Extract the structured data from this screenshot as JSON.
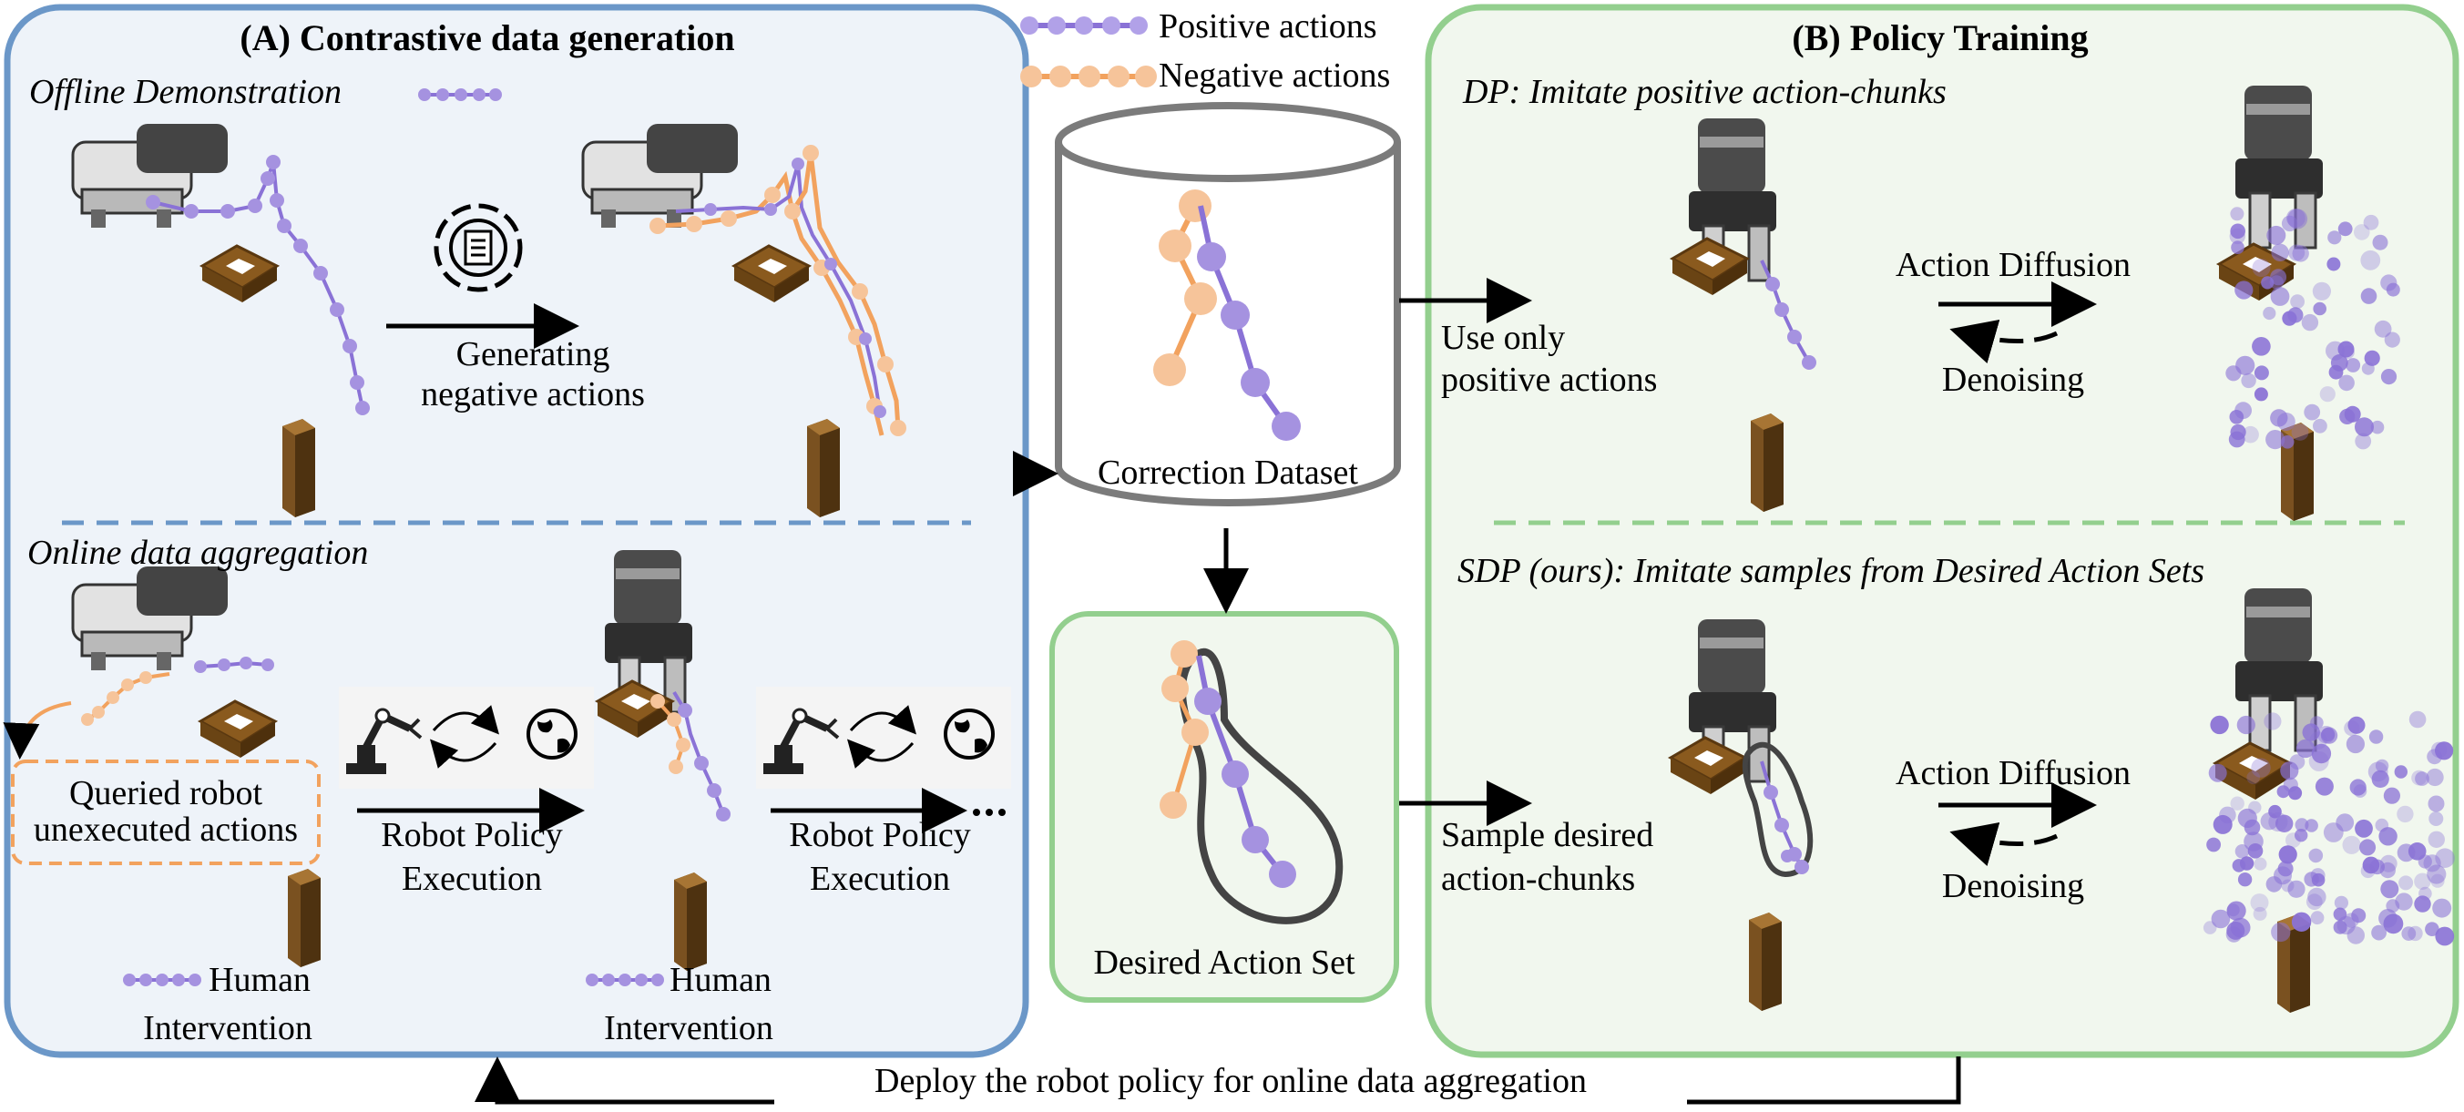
{
  "colors": {
    "positive": "#8a72d6",
    "negative": "#f2a25e",
    "panel_a_border": "#6b97c8",
    "panel_a_fill": "#eef3f9",
    "panel_b_border": "#93cf8e",
    "panel_b_fill": "#f1f7ee",
    "desired_border": "#93cf8e"
  },
  "legend": {
    "positive_label": "Positive actions",
    "negative_label": "Negative actions"
  },
  "panel_a": {
    "title": "(A) Contrastive data generation",
    "offline": {
      "heading": "Offline Demonstration",
      "generating_line1": "Generating",
      "generating_line2": "negative actions",
      "icon": "document-gear-icon"
    },
    "online": {
      "heading": "Online data aggregation",
      "queried_line1": "Queried robot",
      "queried_line2": "unexecuted actions",
      "execution_line1": "Robot Policy",
      "execution_line2": "Execution",
      "human_line1": "Human",
      "human_line2": "Intervention",
      "icons": [
        "robot-arm-icon",
        "cycle-arrows-icon",
        "globe-icon"
      ]
    }
  },
  "center": {
    "dataset_label": "Correction Dataset",
    "desired_label": "Desired Action Set"
  },
  "panel_b": {
    "title": "(B) Policy Training",
    "dp": {
      "heading": "DP: Imitate positive action-chunks",
      "use_line1": "Use only",
      "use_line2": "positive actions"
    },
    "sdp": {
      "heading": "SDP (ours):  Imitate samples from Desired Action Sets",
      "sample_line1": "Sample desired",
      "sample_line2": "action-chunks"
    },
    "diffusion_label": "Action Diffusion",
    "denoising_label": "Denoising"
  },
  "feedback": {
    "label": "Deploy the robot policy for online data aggregation"
  }
}
